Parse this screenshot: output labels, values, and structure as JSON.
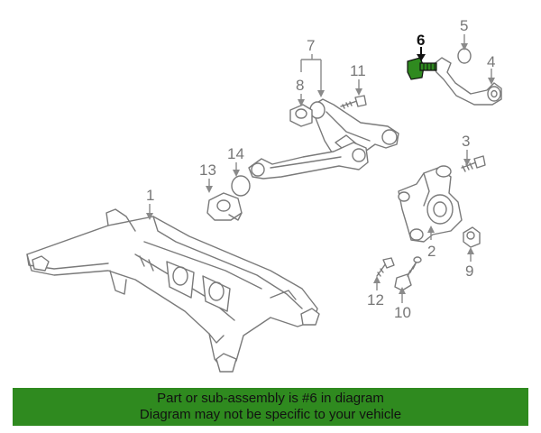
{
  "diagram": {
    "callouts": [
      "1",
      "2",
      "3",
      "4",
      "5",
      "6",
      "7",
      "8",
      "9",
      "10",
      "11",
      "12",
      "13",
      "14"
    ],
    "highlighted": "6",
    "colors": {
      "highlight": "#2f8a1f",
      "line": "#7a7a7a",
      "banner": "#2f8a1f"
    }
  },
  "banner": {
    "line1": "Part or sub-assembly is #6 in diagram",
    "line2": "Diagram may not be specific to your vehicle"
  }
}
